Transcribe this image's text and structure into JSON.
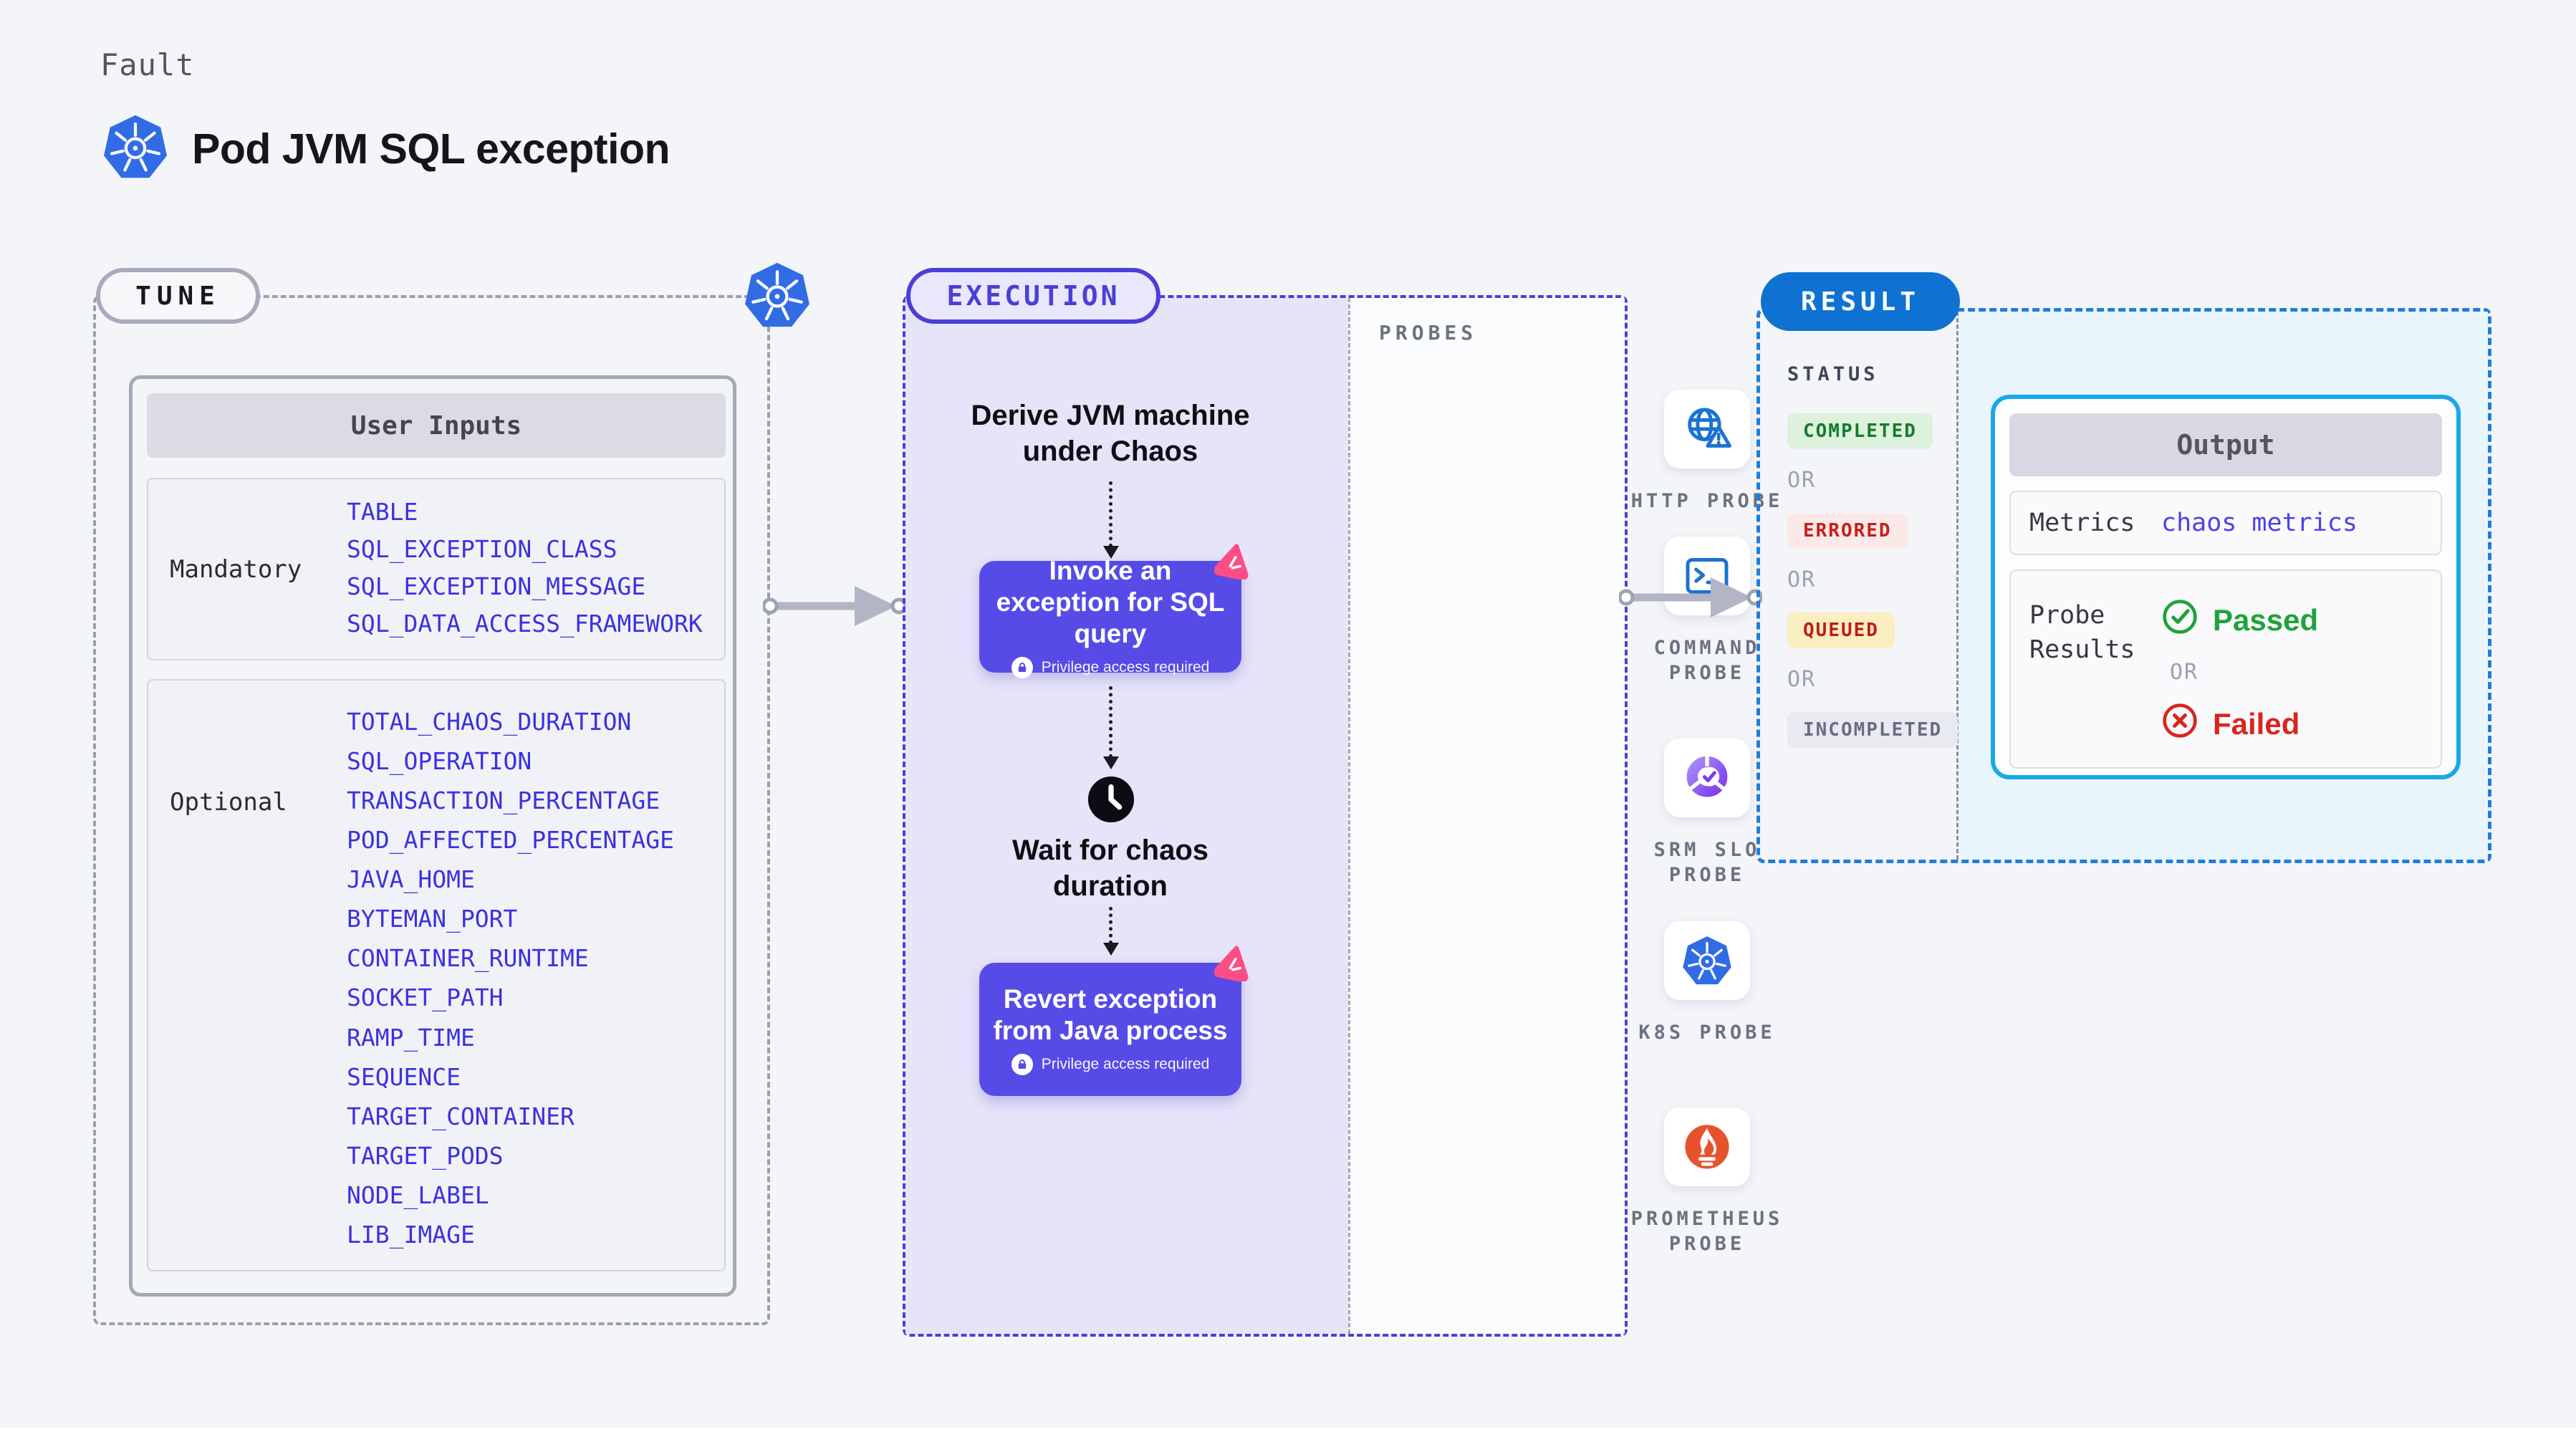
{
  "header": {
    "fault_label": "Fault",
    "title": "Pod JVM SQL exception"
  },
  "tune": {
    "pill": "TUNE",
    "user_inputs_title": "User Inputs",
    "mandatory_label": "Mandatory",
    "mandatory_params": [
      "TABLE",
      "SQL_EXCEPTION_CLASS",
      "SQL_EXCEPTION_MESSAGE",
      "SQL_DATA_ACCESS_FRAMEWORK"
    ],
    "optional_label": "Optional",
    "optional_params": [
      "TOTAL_CHAOS_DURATION",
      "SQL_OPERATION",
      "TRANSACTION_PERCENTAGE",
      "POD_AFFECTED_PERCENTAGE",
      "JAVA_HOME",
      "BYTEMAN_PORT",
      "CONTAINER_RUNTIME",
      "SOCKET_PATH",
      "RAMP_TIME",
      "SEQUENCE",
      "TARGET_CONTAINER",
      "TARGET_PODS",
      "NODE_LABEL",
      "LIB_IMAGE"
    ]
  },
  "execution": {
    "pill": "EXECUTION",
    "derive_text": "Derive JVM machine under Chaos",
    "invoke_text": "Invoke an exception for SQL query",
    "wait_text": "Wait for chaos duration",
    "revert_text": "Revert exception from Java process",
    "privilege_text": "Privilege access required"
  },
  "probes": {
    "label": "PROBES",
    "items": [
      {
        "label": "HTTP PROBE",
        "icon": "globe-alert-icon"
      },
      {
        "label": "COMMAND PROBE",
        "icon": "terminal-icon"
      },
      {
        "label": "SRM SLO PROBE",
        "icon": "slo-donut-icon"
      },
      {
        "label": "K8S PROBE",
        "icon": "kubernetes-icon"
      },
      {
        "label": "PROMETHEUS PROBE",
        "icon": "prometheus-flame-icon"
      }
    ]
  },
  "result": {
    "pill": "RESULT",
    "status_label": "STATUS",
    "or_label": "OR",
    "statuses": [
      {
        "label": "COMPLETED",
        "bg": "#DDF1DD",
        "color": "#177A2E"
      },
      {
        "label": "ERRORED",
        "bg": "#FBE9E9",
        "color": "#C42019"
      },
      {
        "label": "QUEUED",
        "bg": "#FAEEC3",
        "color": "#BE1D14"
      },
      {
        "label": "INCOMPLETED",
        "bg": "#E9E9F2",
        "color": "#666F82"
      }
    ],
    "output": {
      "title": "Output",
      "metrics_label": "Metrics",
      "metrics_value": "chaos metrics",
      "probe_results_label": "Probe Results",
      "passed_label": "Passed",
      "failed_label": "Failed"
    }
  },
  "colors": {
    "kubernetes_blue": "#326CE5",
    "execution_indigo": "#4A3FD8",
    "node_indigo": "#574BE8",
    "litmus_pink": "#FB4E84",
    "result_blue": "#0F72D2",
    "output_border_cyan": "#19A8E8",
    "param_blue": "#3B31E0",
    "passed_green": "#1FA23A",
    "failed_red": "#D7261D",
    "prometheus_orange": "#E6522C",
    "srm_purple": "#7C3AED"
  }
}
